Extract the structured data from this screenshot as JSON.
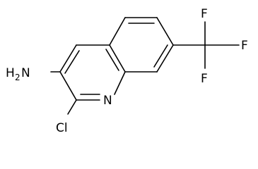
{
  "molecule": {
    "atoms": {
      "amine_h": "H",
      "amine_sub": "2",
      "amine_n": "N",
      "ring_n": "N",
      "chlorine": "Cl",
      "fluorine_top": "F",
      "fluorine_right": "F",
      "fluorine_bottom": "F"
    },
    "colors": {
      "bond": "#000000",
      "label": "#000000",
      "background": "#ffffff"
    }
  }
}
